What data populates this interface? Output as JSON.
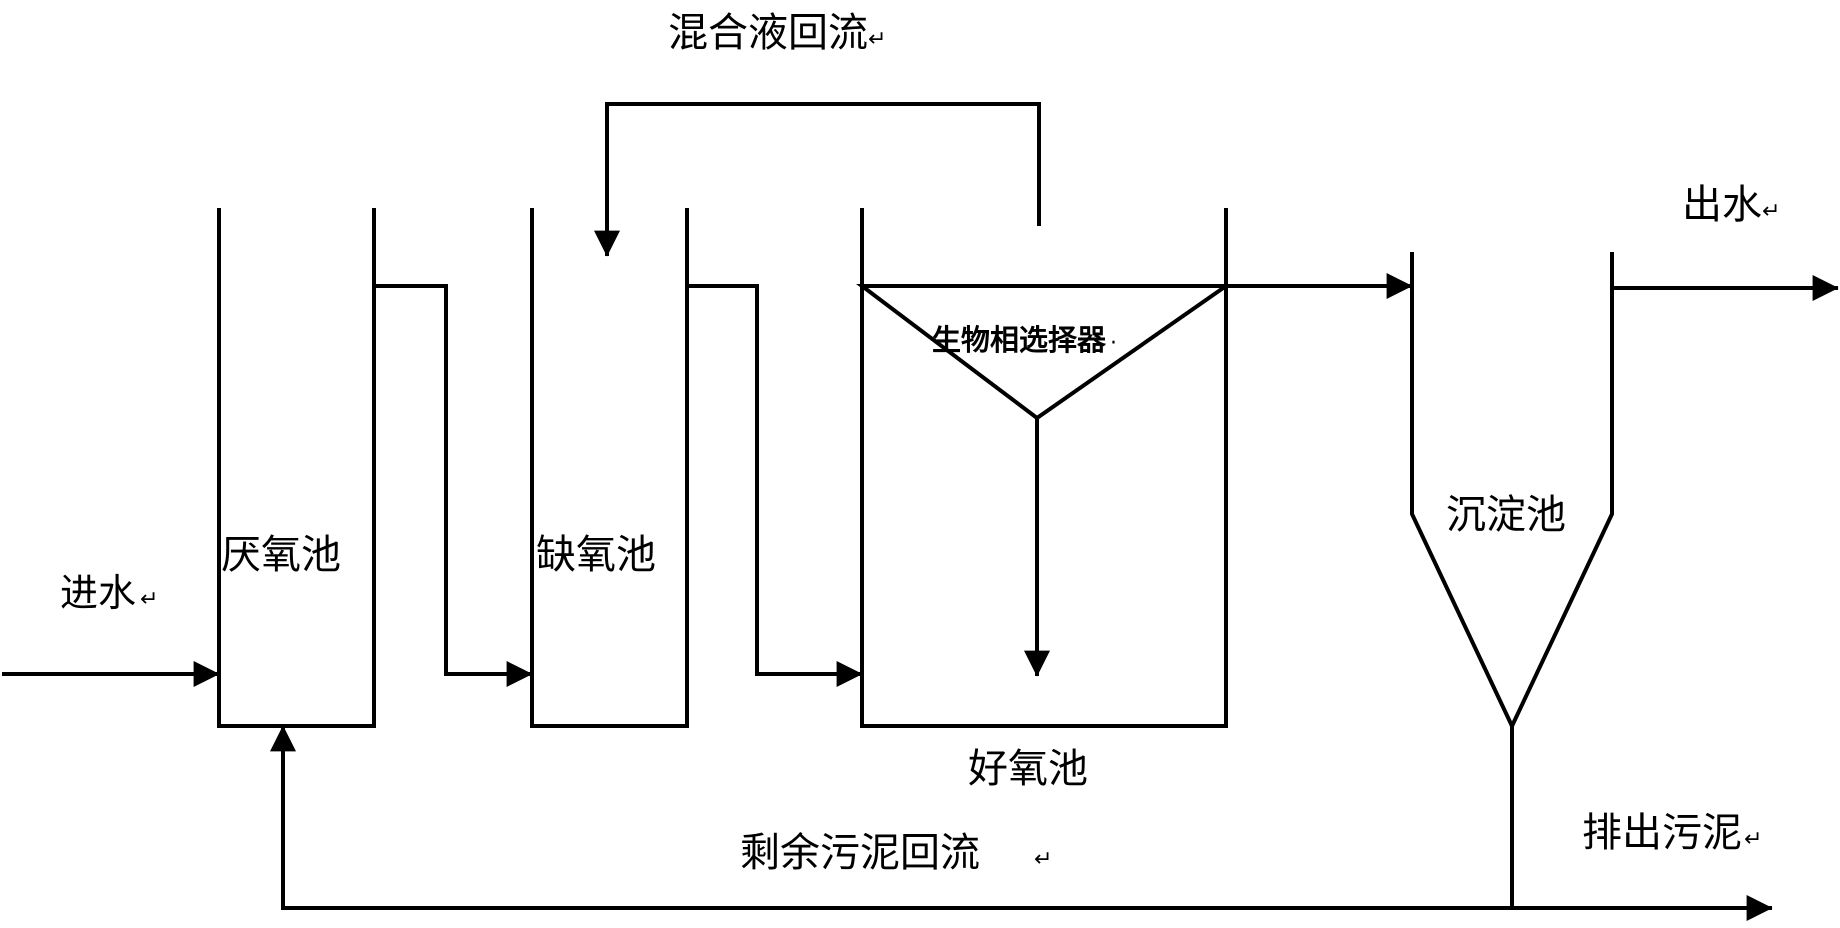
{
  "labels": {
    "inlet": "进水",
    "anaerobic_tank": "厌氧池",
    "anoxic_tank": "缺氧池",
    "aerobic_tank": "好氧池",
    "biophase_selector": "生物相选择器",
    "sedimentation_tank": "沉淀池",
    "effluent": "出水",
    "mixed_liquor_recycle": "混合液回流",
    "excess_sludge_recycle": "剩余污泥回流",
    "sludge_discharge": "排出污泥"
  },
  "marks": {
    "return": "↵",
    "dot": "·"
  },
  "colors": {
    "line": "#000000",
    "background": "#ffffff"
  }
}
